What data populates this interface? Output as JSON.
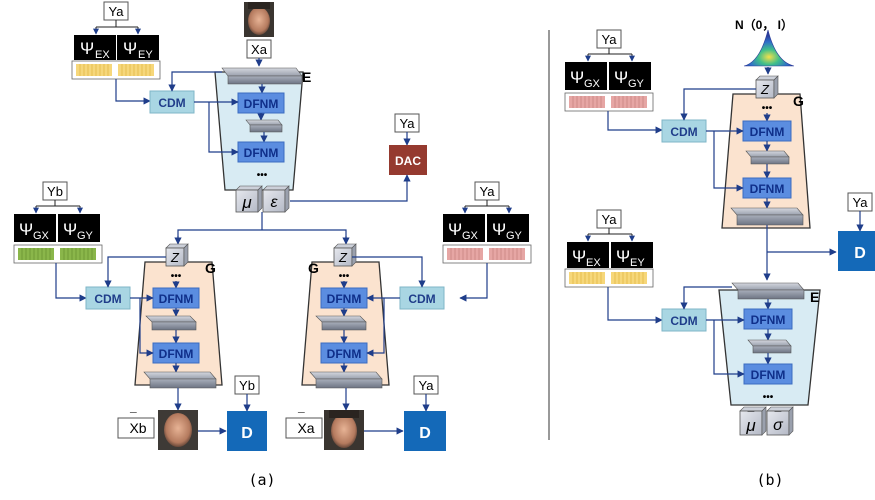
{
  "labels": {
    "ya": "Ya",
    "yb": "Yb",
    "xa": "Xa",
    "xb_hat": "Xb",
    "xa_hat": "Xa",
    "bar": "¯",
    "psi": "Ψ",
    "ex": "EX",
    "ey": "EY",
    "gx": "GX",
    "gy": "GY",
    "cdm": "CDM",
    "dfnm": "DFNM",
    "dac": "DAC",
    "d": "D",
    "e": "E",
    "g": "G",
    "z": "Z",
    "mu": "μ",
    "eps": "ε",
    "sigma": "σ",
    "dots": "•••",
    "normal": "N（0， I）",
    "caption_a": "(a)",
    "caption_b": "(b)"
  },
  "colors": {
    "encoder_fill": "#d8ebf3",
    "generator_fill": "#fbe3cf",
    "cdm_fill": "#a9d6e3",
    "dfnm_fill": "#5b8de0",
    "dfnm_text": "#0f2f8a",
    "dac_fill": "#953a2f",
    "disc_fill": "#1469b8",
    "arrow": "#1f3d8a",
    "feat_yellow": "#f6d77a",
    "feat_green": "#8ab64a",
    "feat_pink": "#e6a6a4"
  },
  "icons": [
    "face-photo",
    "gaussian-surface-icon"
  ]
}
